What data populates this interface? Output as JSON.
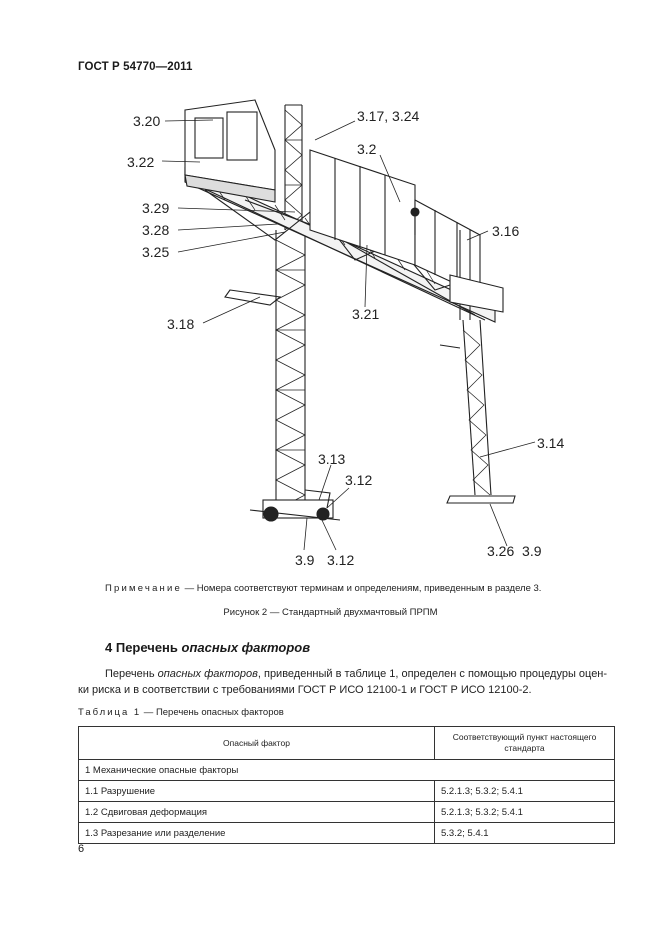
{
  "header": {
    "doc_code": "ГОСТ Р 54770—2011"
  },
  "figure": {
    "callouts": {
      "c3_20": "3.20",
      "c3_22": "3.22",
      "c3_29": "3.29",
      "c3_28": "3.28",
      "c3_25": "3.25",
      "c3_18": "3.18",
      "c3_17_24": "3.17, 3.24",
      "c3_2": "3.2",
      "c3_16": "3.16",
      "c3_21": "3.21",
      "c3_14": "3.14",
      "c3_13": "3.13",
      "c3_12a": "3.12",
      "c3_9a": "3.9",
      "c3_12b": "3.12",
      "c3_26_9": "3.26  3.9"
    },
    "note_label": "Примечание",
    "note_text": " — Номера соответствуют терминам и определениям, приведенным в разделе 3.",
    "caption": "Рисунок 2 — Стандартный двухмачтовый ПРПМ"
  },
  "section": {
    "number": "4",
    "title_plain": "Перечень",
    "title_italic": "опасных факторов"
  },
  "paragraph": {
    "line1_a": "Перечень ",
    "line1_italic": "опасных факторов",
    "line1_b": ", приведенный в таблице 1, определен с помощью процедуры оцен-",
    "line2": "ки риска и в соответствии с требованиями ГОСТ Р ИСО 12100-1 и ГОСТ Р ИСО 12100-2."
  },
  "table": {
    "caption_label": "Таблица 1",
    "caption_text": " — Перечень опасных факторов",
    "headers": [
      "Опасный фактор",
      "Соответствующий пункт настоящего стандарта"
    ],
    "group_row": "1 Механические опасные факторы",
    "rows": [
      {
        "factor": "1.1 Разрушение",
        "clause": "5.2.1.3; 5.3.2; 5.4.1"
      },
      {
        "factor": "1.2 Сдвиговая деформация",
        "clause": "5.2.1.3; 5.3.2; 5.4.1"
      },
      {
        "factor": "1.3 Разрезание или разделение",
        "clause": "5.3.2; 5.4.1"
      }
    ]
  },
  "page_number": "6"
}
